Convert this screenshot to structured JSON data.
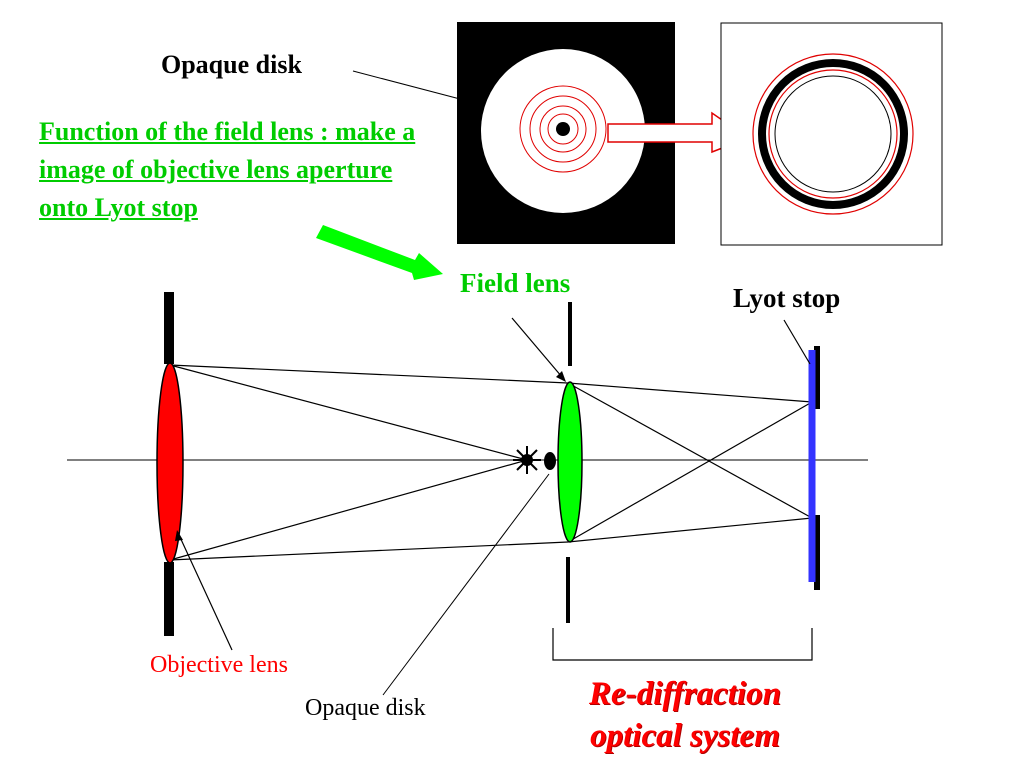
{
  "labels": {
    "opaque_disk_top": "Opaque disk",
    "function_note": "Function of the field lens : make a image of objective lens aperture onto Lyot stop",
    "field_lens": "Field lens",
    "lyot_stop": "Lyot stop",
    "objective_lens": "Objective lens",
    "opaque_disk_bottom": "Opaque disk",
    "rediffraction_system": "Re-diffraction optical system"
  },
  "colors": {
    "objective_lens": "#ff0000",
    "field_lens": "#00ff00",
    "lyot_stop": "#3333ff",
    "annotation_green": "#00cc00",
    "annotation_red": "#ff0000",
    "rays": "#000000"
  }
}
